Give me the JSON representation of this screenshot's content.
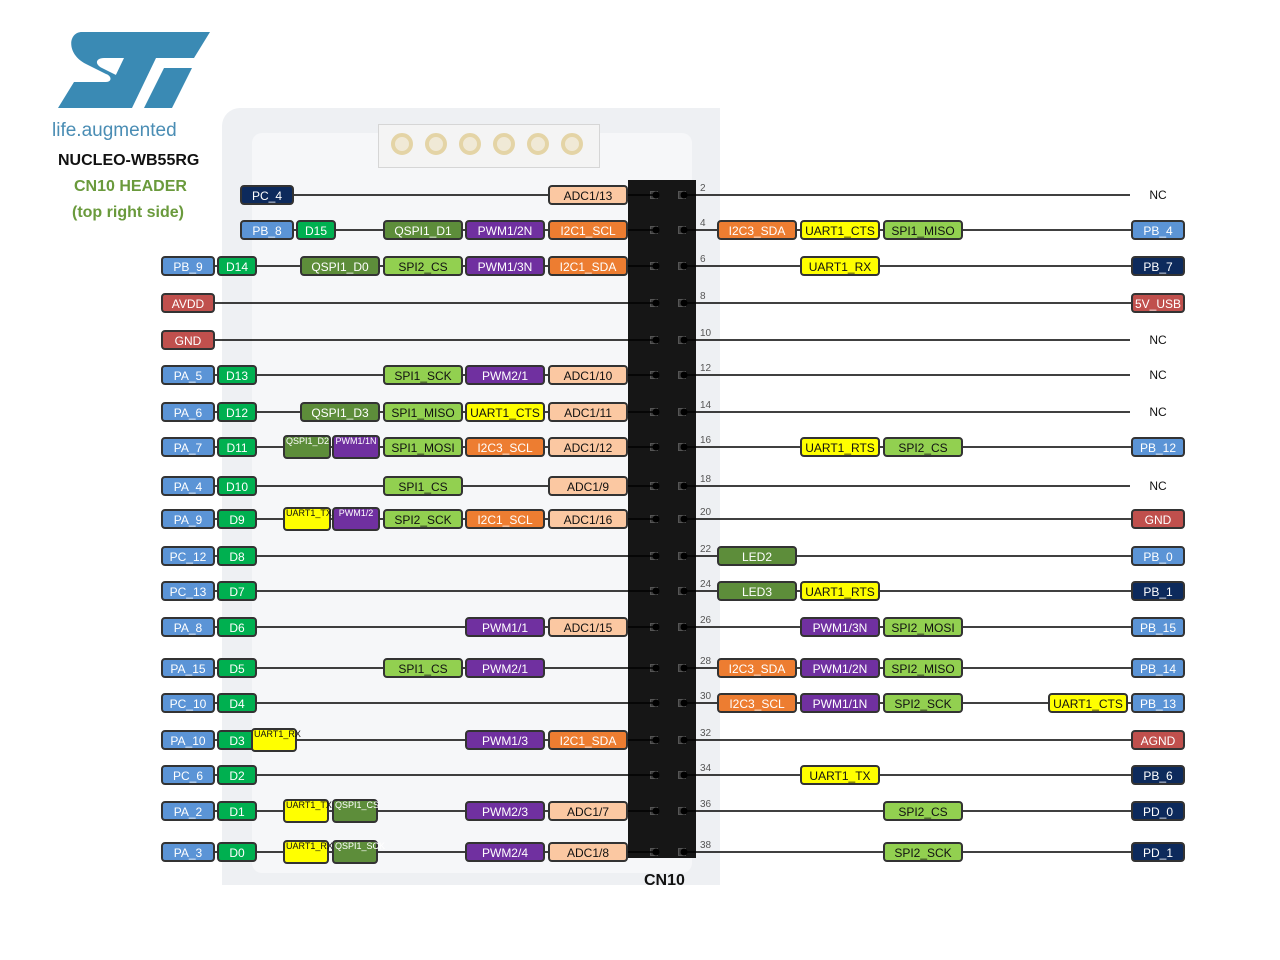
{
  "brand": {
    "tagline": "life.augmented",
    "board_name": "NUCLEO-WB55RG",
    "header_name": "CN10 HEADER",
    "side_note": "(top right side)",
    "header_label": "CN10",
    "logo_color": "#3a8ab4"
  },
  "colors": {
    "port": "#5b94d6",
    "port_dark": "#0d2a5c",
    "arduino": "#00b050",
    "qspi": "#5d8d3a",
    "spi": "#92d050",
    "pwm": "#7030a0",
    "i2c": "#ed7d31",
    "adc": "#fbc8a2",
    "uart": "#ffff00",
    "power": "#c0504d",
    "led": "#5d8d3a"
  },
  "rows": [
    {
      "pin_even": "2",
      "y": 0,
      "left": [
        {
          "t": "PC_4",
          "c": "port_dark"
        },
        {
          "t": "ADC1/13",
          "c": "adc"
        }
      ],
      "right": [],
      "end": {
        "t": "NC",
        "c": "nc"
      }
    },
    {
      "pin_even": "4",
      "left": [
        {
          "t": "PB_8",
          "c": "port"
        },
        {
          "t": "D15",
          "c": "arduino"
        },
        {
          "t": "QSPI1_D1",
          "c": "qspi"
        },
        {
          "t": "PWM1/2N",
          "c": "pwm"
        },
        {
          "t": "I2C1_SCL",
          "c": "i2c"
        }
      ],
      "right": [
        {
          "t": "I2C3_SDA",
          "c": "i2c"
        },
        {
          "t": "UART1_CTS",
          "c": "uart"
        },
        {
          "t": "SPI1_MISO",
          "c": "spi"
        }
      ],
      "end": {
        "t": "PB_4",
        "c": "port"
      }
    },
    {
      "pin_even": "6",
      "left": [
        {
          "t": "PB_9",
          "c": "port"
        },
        {
          "t": "D14",
          "c": "arduino"
        },
        {
          "t": "QSPI1_D0",
          "c": "qspi"
        },
        {
          "t": "SPI2_CS",
          "c": "spi"
        },
        {
          "t": "PWM1/3N",
          "c": "pwm"
        },
        {
          "t": "I2C1_SDA",
          "c": "i2c"
        }
      ],
      "right": [
        {
          "t": "UART1_RX",
          "c": "uart"
        }
      ],
      "end": {
        "t": "PB_7",
        "c": "port_dark"
      }
    },
    {
      "pin_even": "8",
      "left": [
        {
          "t": "AVDD",
          "c": "power"
        }
      ],
      "right": [],
      "end": {
        "t": "5V_USB",
        "c": "power"
      }
    },
    {
      "pin_even": "10",
      "left": [
        {
          "t": "GND",
          "c": "power"
        }
      ],
      "right": [],
      "end": {
        "t": "NC",
        "c": "nc"
      }
    },
    {
      "pin_even": "12",
      "left": [
        {
          "t": "PA_5",
          "c": "port"
        },
        {
          "t": "D13",
          "c": "arduino"
        },
        {
          "t": "SPI1_SCK",
          "c": "spi"
        },
        {
          "t": "PWM2/1",
          "c": "pwm"
        },
        {
          "t": "ADC1/10",
          "c": "adc"
        }
      ],
      "right": [],
      "end": {
        "t": "NC",
        "c": "nc"
      }
    },
    {
      "pin_even": "14",
      "left": [
        {
          "t": "PA_6",
          "c": "port"
        },
        {
          "t": "D12",
          "c": "arduino"
        },
        {
          "t": "QSPI1_D3",
          "c": "qspi"
        },
        {
          "t": "SPI1_MISO",
          "c": "spi"
        },
        {
          "t": "UART1_CTS",
          "c": "uart"
        },
        {
          "t": "ADC1/11",
          "c": "adc"
        }
      ],
      "right": [],
      "end": {
        "t": "NC",
        "c": "nc"
      }
    },
    {
      "pin_even": "16",
      "left": [
        {
          "t": "PA_7",
          "c": "port"
        },
        {
          "t": "D11",
          "c": "arduino"
        },
        {
          "t": "QSPI1_D2",
          "c": "qspi",
          "small": true
        },
        {
          "t": "PWM1/1N",
          "c": "pwm",
          "small": true
        },
        {
          "t": "SPI1_MOSI",
          "c": "spi"
        },
        {
          "t": "I2C3_SCL",
          "c": "i2c"
        },
        {
          "t": "ADC1/12",
          "c": "adc"
        }
      ],
      "right": [
        {
          "t": "UART1_RTS",
          "c": "uart"
        },
        {
          "t": "SPI2_CS",
          "c": "spi"
        }
      ],
      "end": {
        "t": "PB_12",
        "c": "port"
      }
    },
    {
      "pin_even": "18",
      "left": [
        {
          "t": "PA_4",
          "c": "port"
        },
        {
          "t": "D10",
          "c": "arduino"
        },
        {
          "t": "SPI1_CS",
          "c": "spi"
        },
        {
          "t": "ADC1/9",
          "c": "adc"
        }
      ],
      "right": [],
      "end": {
        "t": "NC",
        "c": "nc"
      }
    },
    {
      "pin_even": "20",
      "left": [
        {
          "t": "PA_9",
          "c": "port"
        },
        {
          "t": "D9",
          "c": "arduino"
        },
        {
          "t": "UART1_TX",
          "c": "uart",
          "small": true
        },
        {
          "t": "PWM1/2",
          "c": "pwm",
          "small": true
        },
        {
          "t": "SPI2_SCK",
          "c": "spi"
        },
        {
          "t": "I2C1_SCL",
          "c": "i2c"
        },
        {
          "t": "ADC1/16",
          "c": "adc"
        }
      ],
      "right": [],
      "end": {
        "t": "GND",
        "c": "power"
      }
    },
    {
      "pin_even": "22",
      "left": [
        {
          "t": "PC_12",
          "c": "port"
        },
        {
          "t": "D8",
          "c": "arduino"
        }
      ],
      "right": [
        {
          "t": "LED2",
          "c": "led"
        }
      ],
      "end": {
        "t": "PB_0",
        "c": "port"
      }
    },
    {
      "pin_even": "24",
      "left": [
        {
          "t": "PC_13",
          "c": "port"
        },
        {
          "t": "D7",
          "c": "arduino"
        }
      ],
      "right": [
        {
          "t": "LED3",
          "c": "led"
        },
        {
          "t": "UART1_RTS",
          "c": "uart"
        }
      ],
      "end": {
        "t": "PB_1",
        "c": "port_dark"
      }
    },
    {
      "pin_even": "26",
      "left": [
        {
          "t": "PA_8",
          "c": "port"
        },
        {
          "t": "D6",
          "c": "arduino"
        },
        {
          "t": "PWM1/1",
          "c": "pwm"
        },
        {
          "t": "ADC1/15",
          "c": "adc"
        }
      ],
      "right": [
        {
          "t": "PWM1/3N",
          "c": "pwm"
        },
        {
          "t": "SPI2_MOSI",
          "c": "spi"
        }
      ],
      "end": {
        "t": "PB_15",
        "c": "port"
      }
    },
    {
      "pin_even": "28",
      "left": [
        {
          "t": "PA_15",
          "c": "port"
        },
        {
          "t": "D5",
          "c": "arduino"
        },
        {
          "t": "SPI1_CS",
          "c": "spi"
        },
        {
          "t": "PWM2/1",
          "c": "pwm"
        }
      ],
      "right": [
        {
          "t": "I2C3_SDA",
          "c": "i2c"
        },
        {
          "t": "PWM1/2N",
          "c": "pwm"
        },
        {
          "t": "SPI2_MISO",
          "c": "spi"
        }
      ],
      "end": {
        "t": "PB_14",
        "c": "port"
      }
    },
    {
      "pin_even": "30",
      "left": [
        {
          "t": "PC_10",
          "c": "port"
        },
        {
          "t": "D4",
          "c": "arduino"
        }
      ],
      "right": [
        {
          "t": "I2C3_SCL",
          "c": "i2c"
        },
        {
          "t": "PWM1/1N",
          "c": "pwm"
        },
        {
          "t": "SPI2_SCK",
          "c": "spi"
        },
        {
          "t": "UART1_CTS",
          "c": "uart"
        }
      ],
      "end": {
        "t": "PB_13",
        "c": "port"
      }
    },
    {
      "pin_even": "32",
      "left": [
        {
          "t": "PA_10",
          "c": "port"
        },
        {
          "t": "D3",
          "c": "arduino"
        },
        {
          "t": "UART1_RX",
          "c": "uart",
          "small": true
        },
        {
          "t": "PWM1/3",
          "c": "pwm"
        },
        {
          "t": "I2C1_SDA",
          "c": "i2c"
        }
      ],
      "right": [],
      "end": {
        "t": "AGND",
        "c": "power"
      }
    },
    {
      "pin_even": "34",
      "left": [
        {
          "t": "PC_6",
          "c": "port"
        },
        {
          "t": "D2",
          "c": "arduino"
        }
      ],
      "right": [
        {
          "t": "UART1_TX",
          "c": "uart"
        }
      ],
      "end": {
        "t": "PB_6",
        "c": "port_dark"
      }
    },
    {
      "pin_even": "36",
      "left": [
        {
          "t": "PA_2",
          "c": "port"
        },
        {
          "t": "D1",
          "c": "arduino"
        },
        {
          "t": "UART1_TX",
          "c": "uart",
          "small": true
        },
        {
          "t": "QSPI1_CS",
          "c": "qspi",
          "small": true
        },
        {
          "t": "PWM2/3",
          "c": "pwm"
        },
        {
          "t": "ADC1/7",
          "c": "adc"
        }
      ],
      "right": [
        {
          "t": "SPI2_CS",
          "c": "spi"
        }
      ],
      "end": {
        "t": "PD_0",
        "c": "port_dark"
      }
    },
    {
      "pin_even": "38",
      "left": [
        {
          "t": "PA_3",
          "c": "port"
        },
        {
          "t": "D0",
          "c": "arduino"
        },
        {
          "t": "UART1_RX",
          "c": "uart",
          "small": true
        },
        {
          "t": "QSPI1_SCK",
          "c": "qspi",
          "small": true
        },
        {
          "t": "PWM2/4",
          "c": "pwm"
        },
        {
          "t": "ADC1/8",
          "c": "adc"
        }
      ],
      "right": [
        {
          "t": "SPI2_SCK",
          "c": "spi"
        }
      ],
      "end": {
        "t": "PD_1",
        "c": "port_dark"
      }
    }
  ]
}
